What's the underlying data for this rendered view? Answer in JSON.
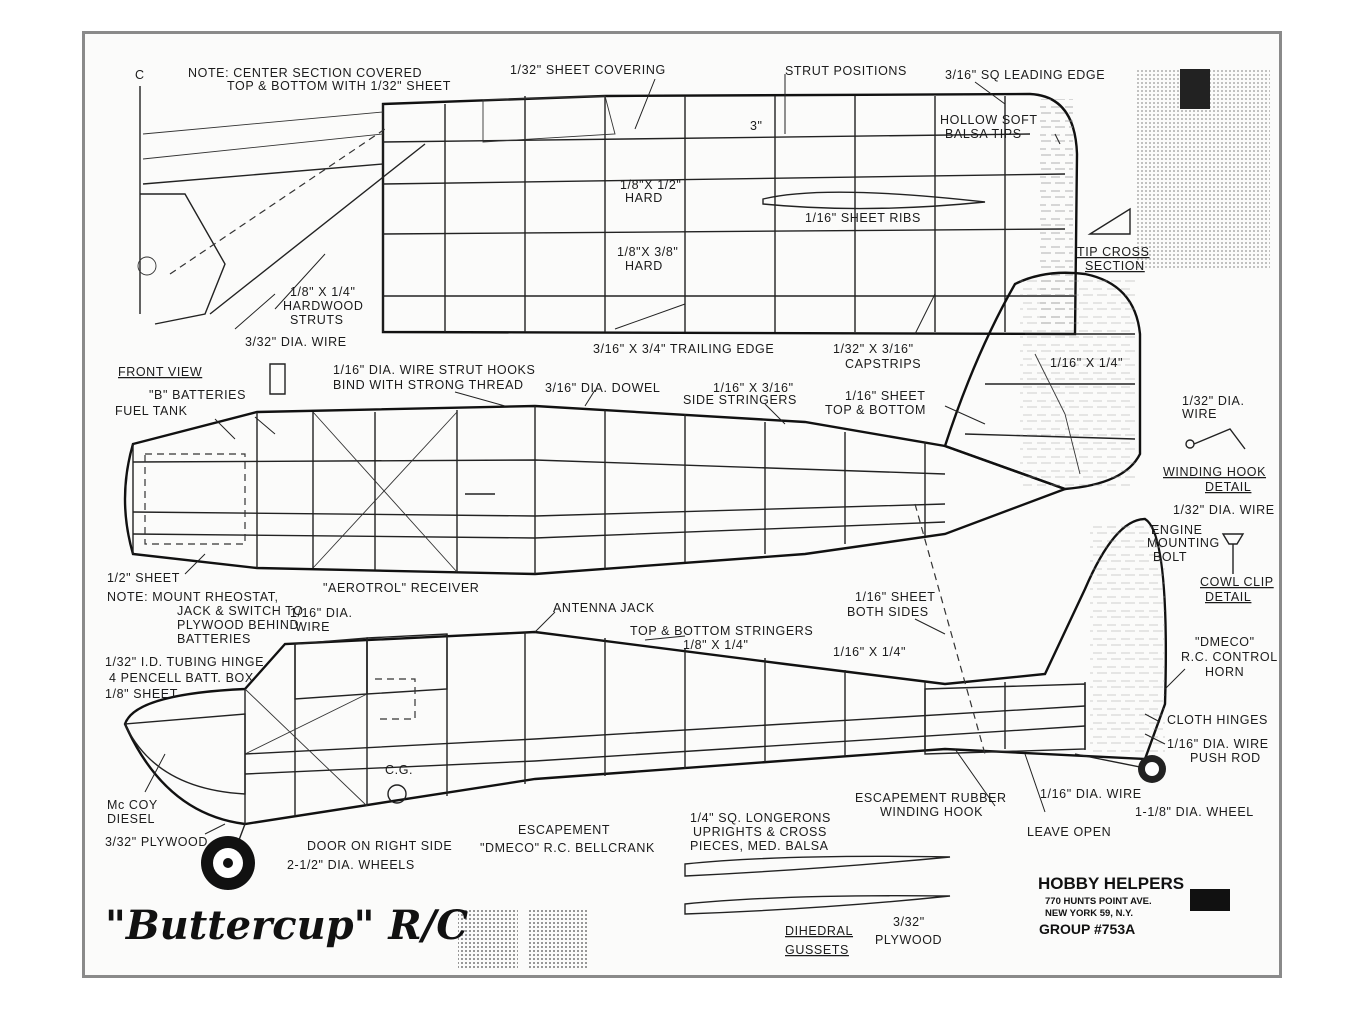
{
  "plan": {
    "title": "\"Buttercup\" R/C",
    "publisher": {
      "name": "HOBBY HELPERS",
      "address_line1": "770 HUNTS POINT AVE.",
      "address_line2": "NEW YORK 59, N.Y.",
      "group": "GROUP #753A"
    },
    "wing_labels": {
      "centerline": "C",
      "note_line1": "NOTE: CENTER SECTION COVERED",
      "note_line2": "TOP & BOTTOM WITH 1/32\" SHEET",
      "sheet_covering": "1/32\" SHEET COVERING",
      "strut_positions": "STRUT POSITIONS",
      "leading_edge": "3/16\" SQ LEADING EDGE",
      "tips_line1": "HOLLOW SOFT",
      "tips_line2": "BALSA TIPS",
      "dim_3": "3\"",
      "spar1_line1": "1/8\"X 1/2\"",
      "spar1_line2": "HARD",
      "spar2_line1": "1/8\"X 3/8\"",
      "spar2_line2": "HARD",
      "sheet_ribs": "1/16\" SHEET RIBS",
      "tip_cross_line1": "TIP CROSS",
      "tip_cross_line2": "SECTION",
      "struts_line1": "1/8\" X 1/4\"",
      "struts_line2": "HARDWOOD",
      "struts_line3": "STRUTS",
      "dia_wire": "3/32\" DIA. WIRE",
      "trailing_edge": "3/16\" X 3/4\" TRAILING EDGE",
      "capstrips_line1": "1/32\" X 3/16\"",
      "capstrips_line2": "CAPSTRIPS",
      "front_view": "FRONT VIEW"
    },
    "top_view_labels": {
      "strut_hooks_line1": "1/16\" DIA. WIRE STRUT HOOKS",
      "strut_hooks_line2": "BIND WITH STRONG THREAD",
      "dowel": "3/16\" DIA. DOWEL",
      "side_stringers_line1": "1/16\" X 3/16\"",
      "side_stringers_line2": "SIDE STRINGERS",
      "b_batteries": "\"B\" BATTERIES",
      "fuel_tank": "FUEL TANK",
      "stab_sheet_line1": "1/16\" SHEET",
      "stab_sheet_line2": "TOP & BOTTOM",
      "stab_spar": "1/16\" X 1/4\"",
      "half_sheet": "1/2\" SHEET",
      "receiver": "\"AEROTROL\" RECEIVER",
      "note_line1": "NOTE: MOUNT RHEOSTAT,",
      "note_line2": "JACK & SWITCH TO",
      "note_line3": "PLYWOOD BEHIND",
      "note_line4": "BATTERIES"
    },
    "detail_labels": {
      "wire_line1": "1/32\" DIA.",
      "wire_line2": "WIRE",
      "winding_hook_line1": "WINDING HOOK",
      "winding_hook_line2": "DETAIL",
      "wire2": "1/32\" DIA. WIRE",
      "engine_line1": "ENGINE",
      "engine_line2": "MOUNTING",
      "engine_line3": "BOLT",
      "cowl_clip_line1": "COWL CLIP",
      "cowl_clip_line2": "DETAIL"
    },
    "side_view_labels": {
      "wire_line1": "1/16\" DIA.",
      "wire_line2": "WIRE",
      "antenna_jack": "ANTENNA JACK",
      "stringers_line1": "TOP & BOTTOM STRINGERS",
      "stringers_line2": "1/8\" X 1/4\"",
      "fin_sheet_line1": "1/16\" SHEET",
      "fin_sheet_line2": "BOTH SIDES",
      "fin_spar": "1/16\" X 1/4\"",
      "horn_line1": "\"DMECO\"",
      "horn_line2": "R.C. CONTROL",
      "horn_line3": "HORN",
      "tubing_hinge": "1/32\" I.D. TUBING HINGE",
      "batt_box": "4 PENCELL BATT. BOX",
      "eighth_sheet": "1/8\" SHEET",
      "cg": "C.G.",
      "cloth_hinges": "CLOTH HINGES",
      "push_rod_line1": "1/16\" DIA. WIRE",
      "push_rod_line2": "PUSH ROD",
      "diesel_line1": "Mc COY",
      "diesel_line2": "DIESEL",
      "plywood": "3/32\" PLYWOOD",
      "door": "DOOR ON RIGHT SIDE",
      "wheels": "2-1/2\" DIA. WHEELS",
      "escapement": "ESCAPEMENT",
      "bellcrank": "\"DMECO\" R.C. BELLCRANK",
      "longerons_line1": "1/4\" SQ. LONGERONS",
      "longerons_line2": "UPRIGHTS & CROSS",
      "longerons_line3": "PIECES, MED. BALSA",
      "esc_hook_line1": "ESCAPEMENT RUBBER",
      "esc_hook_line2": "WINDING HOOK",
      "tail_wire": "1/16\" DIA. WIRE",
      "tail_wheel": "1-1/8\" DIA. WHEEL",
      "leave_open": "LEAVE OPEN",
      "dihedral_line1": "DIHEDRAL",
      "dihedral_line2": "GUSSETS",
      "gusset_ply_line1": "3/32\"",
      "gusset_ply_line2": "PLYWOOD"
    }
  }
}
